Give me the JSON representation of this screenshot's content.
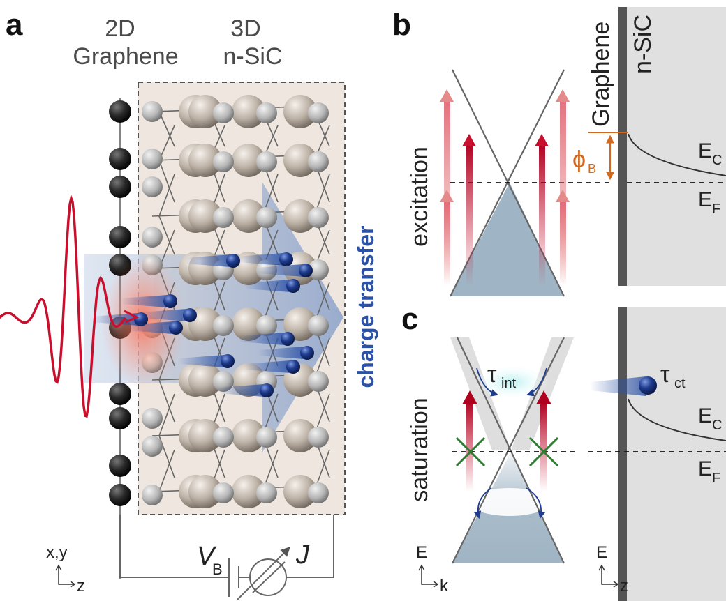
{
  "panel_a": {
    "letter": "a",
    "col1_line1": "2D",
    "col1_line2": "Graphene",
    "col2_line1": "3D",
    "col2_line2": "n-SiC",
    "transfer_label": "charge transfer",
    "bias_symbol": "V",
    "bias_subscript": "B",
    "current_symbol": "J",
    "axis_y_label": "x,y",
    "axis_x_label": "z"
  },
  "panel_b": {
    "letter": "b",
    "side_label": "excitation",
    "graphene_label": "Graphene",
    "sic_label": "n-SiC",
    "barrier_symbol": "ϕ",
    "barrier_subscript": "B",
    "ec_symbol": "E",
    "ec_subscript": "C",
    "ef_symbol": "E",
    "ef_subscript": "F"
  },
  "panel_c": {
    "letter": "c",
    "side_label": "saturation",
    "tau_int_symbol": "τ",
    "tau_int_subscript": "int",
    "tau_ct_symbol": "τ",
    "tau_ct_subscript": "ct",
    "ec_symbol": "E",
    "ec_subscript": "C",
    "ef_symbol": "E",
    "ef_subscript": "F",
    "axis1_y_label": "E",
    "axis1_x_label": "k",
    "axis2_y_label": "E",
    "axis2_x_label": "z"
  },
  "colors": {
    "pulse_red": "#c8102e",
    "electron_blue": "#1f3c8f",
    "transfer_blue": "#2b52a6",
    "barrier_orange": "#d2691e",
    "cone_fill": "#9fb4c4",
    "cross_green": "#2e7d32",
    "sic_box": "#efe7df",
    "sic_region": "#e0e0e0"
  }
}
